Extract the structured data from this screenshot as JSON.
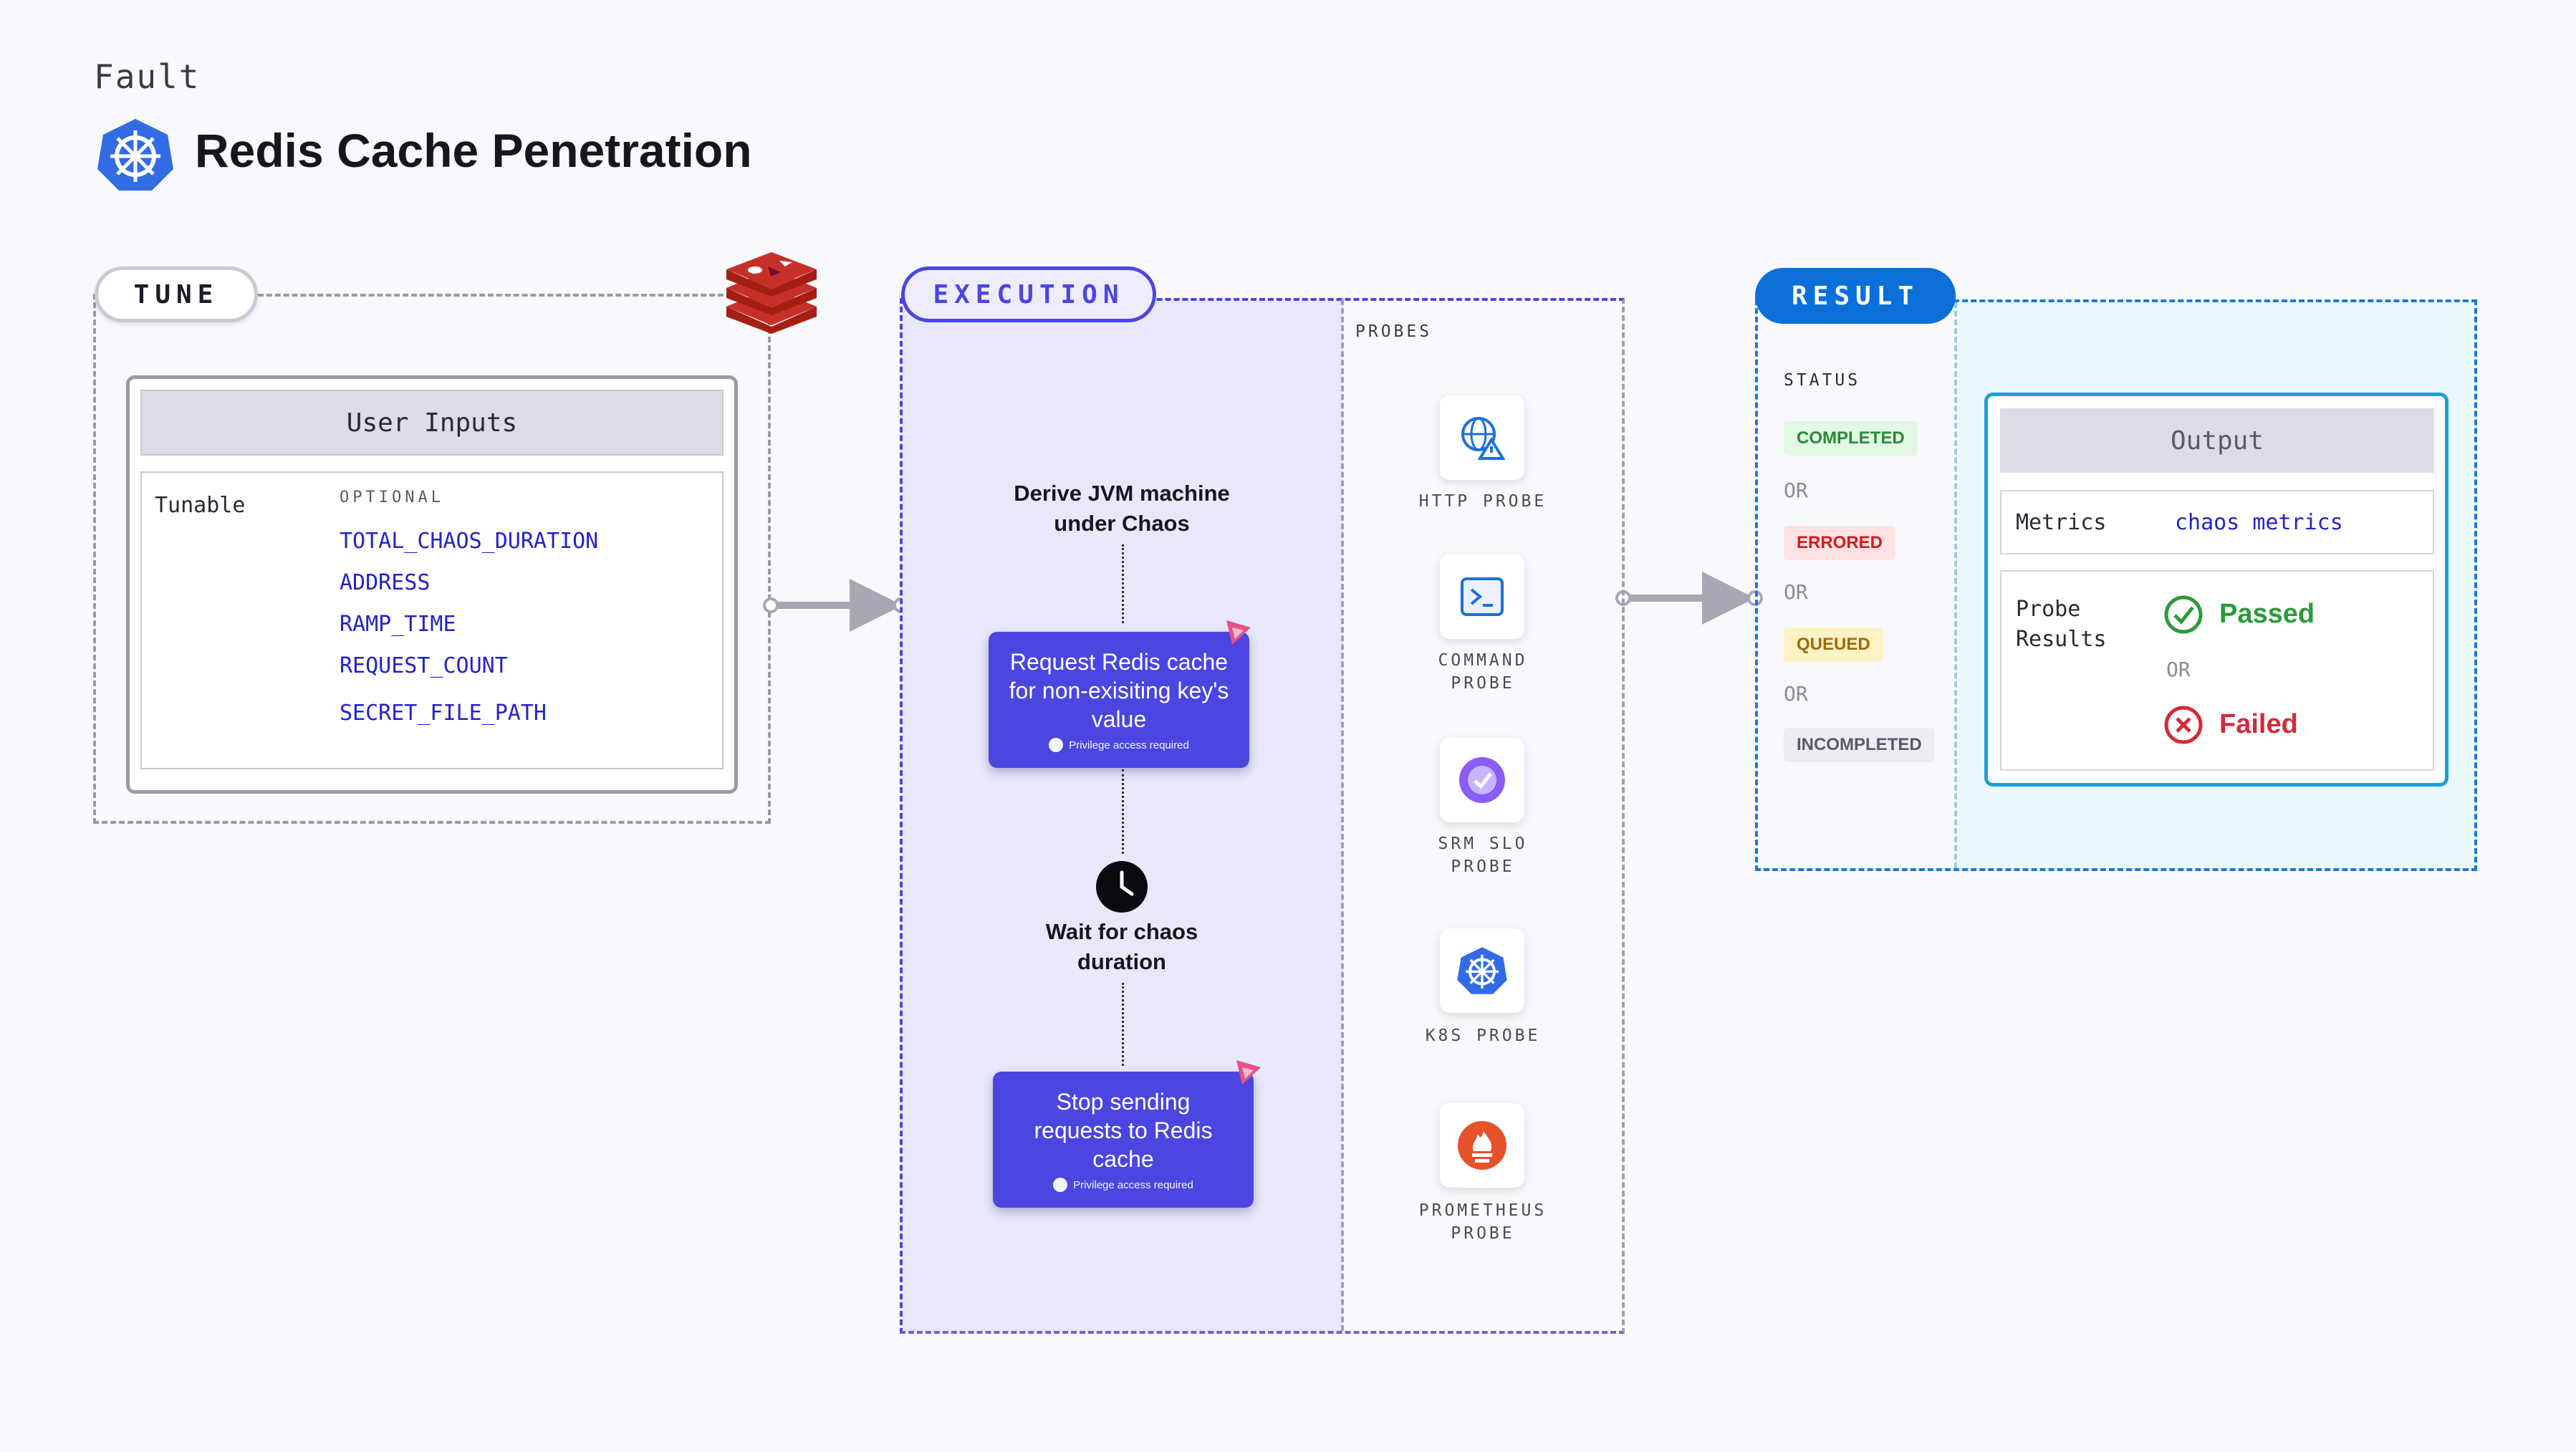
{
  "header": {
    "kicker": "Fault",
    "title": "Redis Cache Penetration"
  },
  "tune": {
    "label": "TUNE",
    "user_inputs_title": "User Inputs",
    "tunable_label": "Tunable",
    "optional_label": "OPTIONAL",
    "params": [
      "TOTAL_CHAOS_DURATION",
      "ADDRESS",
      "RAMP_TIME",
      "REQUEST_COUNT",
      "SECRET_FILE_PATH"
    ]
  },
  "execution": {
    "label": "EXECUTION",
    "steps": {
      "derive": "Derive JVM machine under Chaos",
      "request": "Request Redis cache for non-exisiting key's value",
      "wait": "Wait for chaos duration",
      "stop": "Stop sending requests to Redis cache"
    },
    "privilege_note": "Privilege access required",
    "probes_label": "PROBES",
    "probes": [
      "HTTP PROBE",
      "COMMAND PROBE",
      "SRM SLO PROBE",
      "K8S PROBE",
      "PROMETHEUS PROBE"
    ]
  },
  "result": {
    "label": "RESULT",
    "status_label": "STATUS",
    "statuses": [
      "COMPLETED",
      "ERRORED",
      "QUEUED",
      "INCOMPLETED"
    ],
    "or_text": "OR",
    "output_title": "Output",
    "metrics_label": "Metrics",
    "metrics_value": "chaos metrics",
    "probe_results_label": "Probe Results",
    "passed": "Passed",
    "failed": "Failed"
  },
  "colors": {
    "accent_blue": "#0b6fd9",
    "execution_purple": "#4b46e0",
    "completed_bg": "#e2f7e4",
    "completed_text": "#2a8a3a",
    "errored_bg": "#fde3e3",
    "errored_text": "#d01d1d",
    "queued_bg": "#fcf3c4",
    "queued_text": "#a0680c",
    "passed": "#2a9a3a",
    "failed": "#d42a3a"
  },
  "icons": {
    "header": "kubernetes-icon",
    "tune_badge": "redis-icon",
    "clock": "clock-icon",
    "probes": [
      "globe-warning-icon",
      "terminal-icon",
      "srm-slo-icon",
      "kubernetes-icon",
      "prometheus-icon"
    ],
    "passed": "check-circle-icon",
    "failed": "x-circle-icon"
  }
}
